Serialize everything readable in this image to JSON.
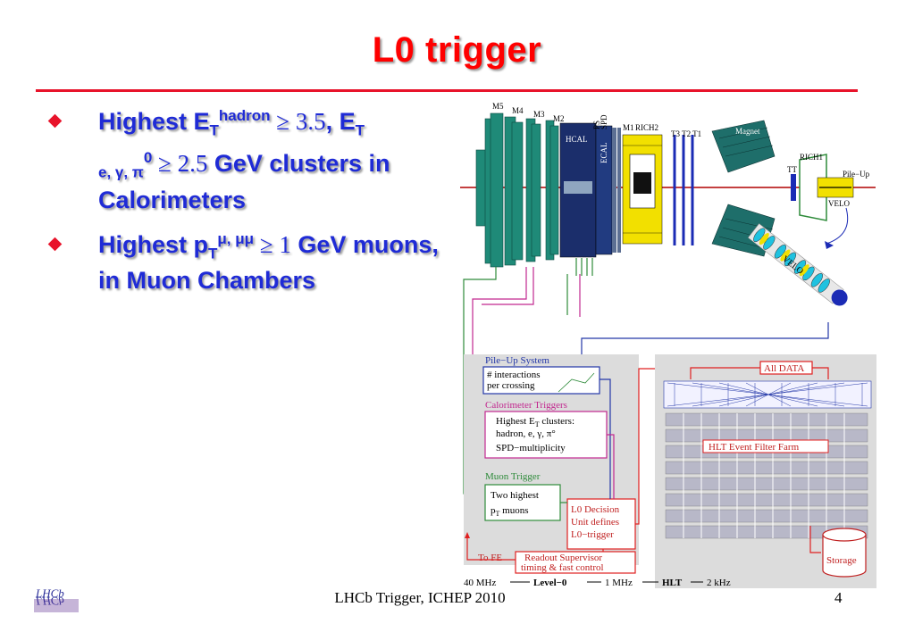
{
  "slide": {
    "title": "L0 trigger",
    "footer": "LHCb Trigger, ICHEP 2010",
    "page_number": "4",
    "logo_text": "LHCb"
  },
  "bullets": [
    {
      "b1_t1": "Highest E",
      "b1_sub1": "T",
      "b1_sup1": "hadron",
      "b1_t2": " ≥ 3.5",
      "b1_t3": ", E",
      "b1_sub2": "T",
      "b1_sub3": "e, γ, π",
      "b1_sup2": "0",
      "b1_t4": " ≥ 2.5",
      "b1_t5": " GeV clusters in Calorimeters"
    },
    {
      "b2_t1": "Highest p",
      "b2_sub1": "T",
      "b2_sup1": "μ, μμ",
      "b2_t2": " ≥  1",
      "b2_t3": " GeV muons,  in Muon Chambers"
    }
  ],
  "detector": {
    "stations": [
      "M5",
      "M4",
      "M3",
      "M2",
      "SPD",
      "PS",
      "M1",
      "RICH2",
      "T3",
      "T2",
      "T1",
      "Magnet",
      "TT",
      "RICH1",
      "Pile-Up",
      "VELO"
    ],
    "hcal": "HCAL",
    "ecal": "ECAL",
    "velo_zoom": "VELO"
  },
  "trigger_diagram": {
    "pileup_title": "Pile−Up System",
    "pileup_box": [
      "# interactions",
      "per crossing"
    ],
    "calo_title": "Calorimeter Triggers",
    "calo_box": [
      "Highest E",
      "T",
      " clusters:",
      "hadron, e, γ,  π°",
      "SPD−multiplicity"
    ],
    "muon_title": "Muon Trigger",
    "muon_box": [
      "Two highest",
      "p",
      "T",
      "  muons"
    ],
    "decision_box": [
      "L0 Decision",
      "Unit defines",
      "L0−trigger"
    ],
    "readout_box": [
      "Readout Supervisor",
      "timing & fast control"
    ],
    "to_fe": "To FE",
    "all_data": "All DATA",
    "farm_label": "HLT Event Filter Farm",
    "storage": "Storage",
    "flow": [
      "40 MHz",
      "Level−0",
      "1 MHz",
      "HLT",
      "2 kHz"
    ]
  },
  "colors": {
    "title": "#ff0000",
    "bullet_text": "#1f2bd6",
    "rule": "#e8132a",
    "muon_green": "#2e8b3a",
    "calo_magenta": "#c2278f",
    "pileup_blue": "#2337a8",
    "decision_red": "#e02020"
  }
}
